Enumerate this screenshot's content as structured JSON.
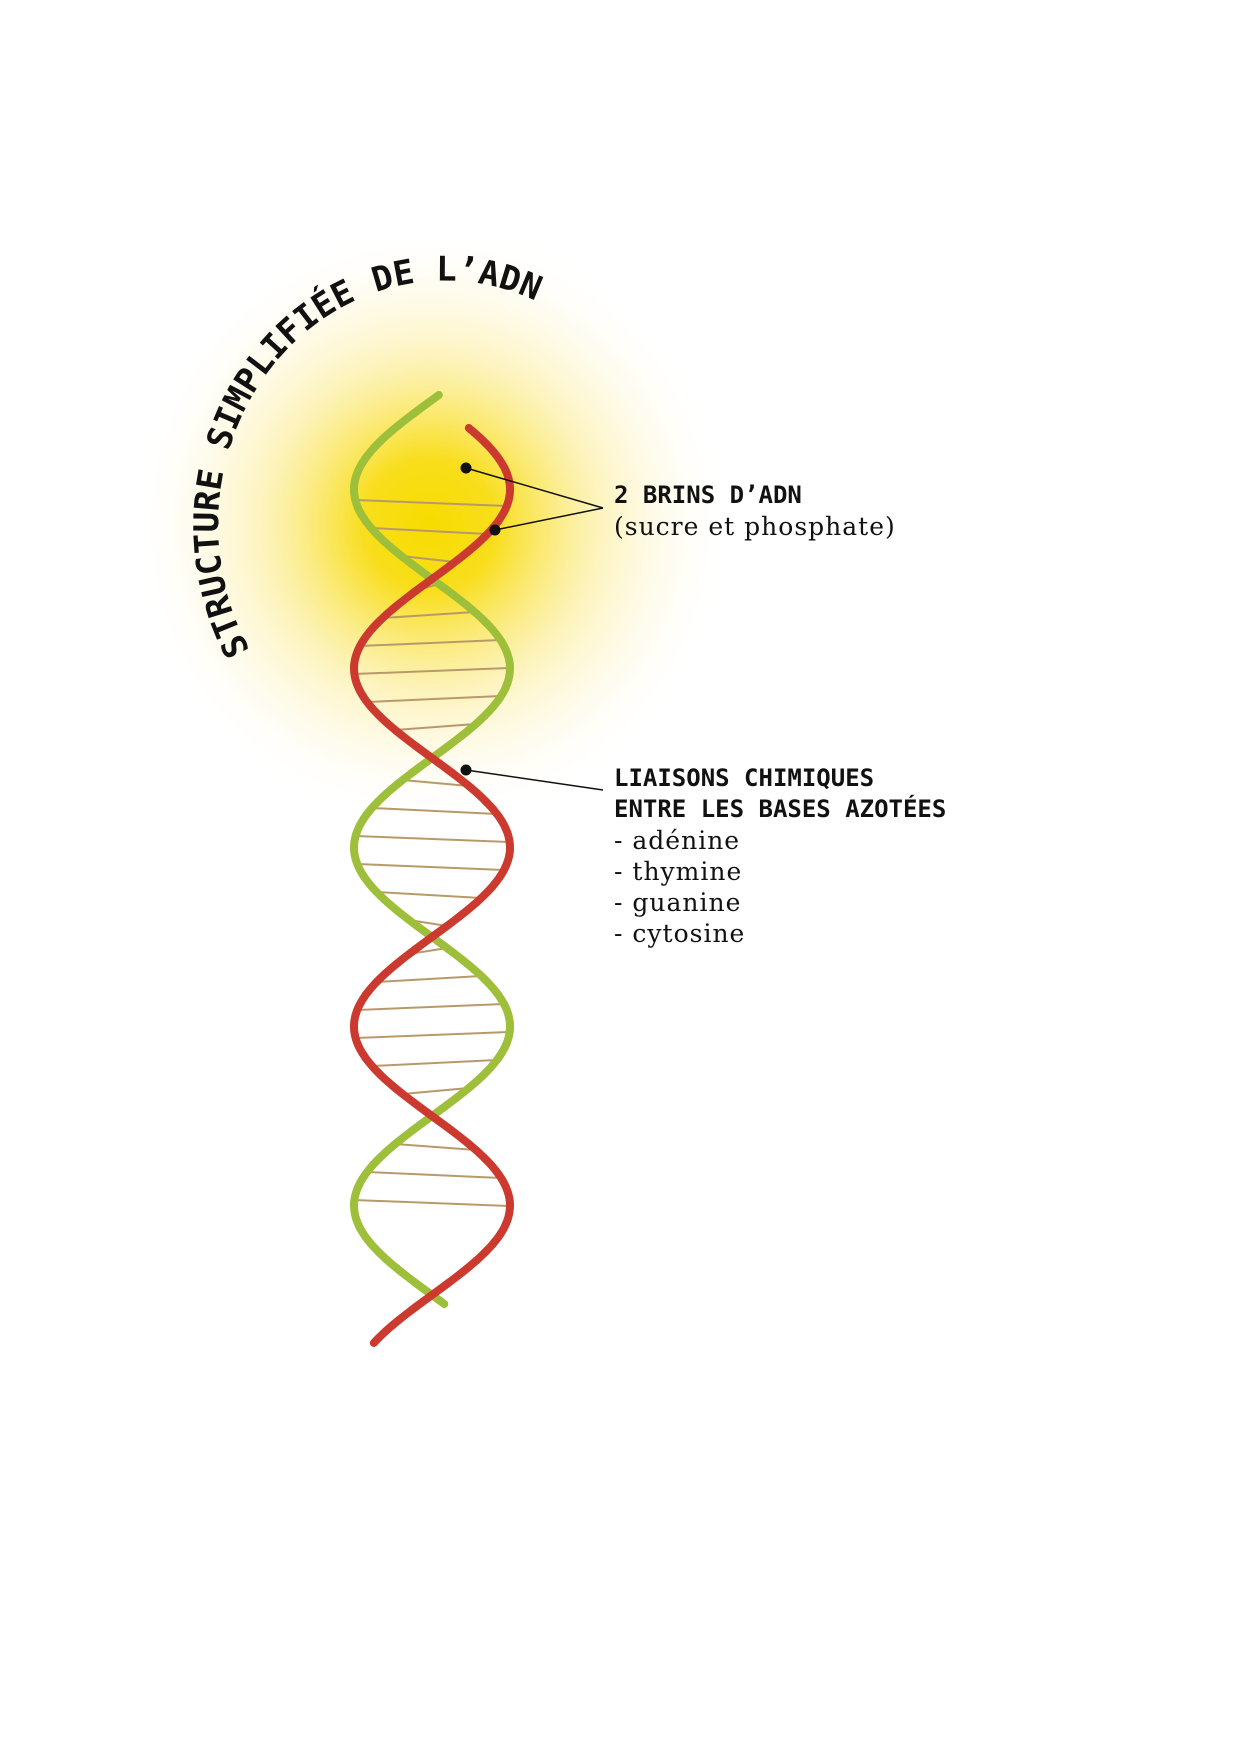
{
  "title": "STRUCTURE SIMPLIFIÉE DE L’ADN",
  "strands_label": {
    "heading": "2 BRINS D’ADN",
    "subtext": "(sucre et phosphate)"
  },
  "bonds_label": {
    "heading_line1": "LIAISONS CHIMIQUES",
    "heading_line2": "ENTRE LES BASES AZOTÉES",
    "bases": [
      "- adénine",
      "- thymine",
      "- guanine",
      "- cytosine"
    ]
  },
  "colors": {
    "strand_green": "#9dbf3a",
    "strand_red": "#cc3a2f",
    "base_pair": "#b89a6a",
    "glow": "#f7dc00"
  }
}
